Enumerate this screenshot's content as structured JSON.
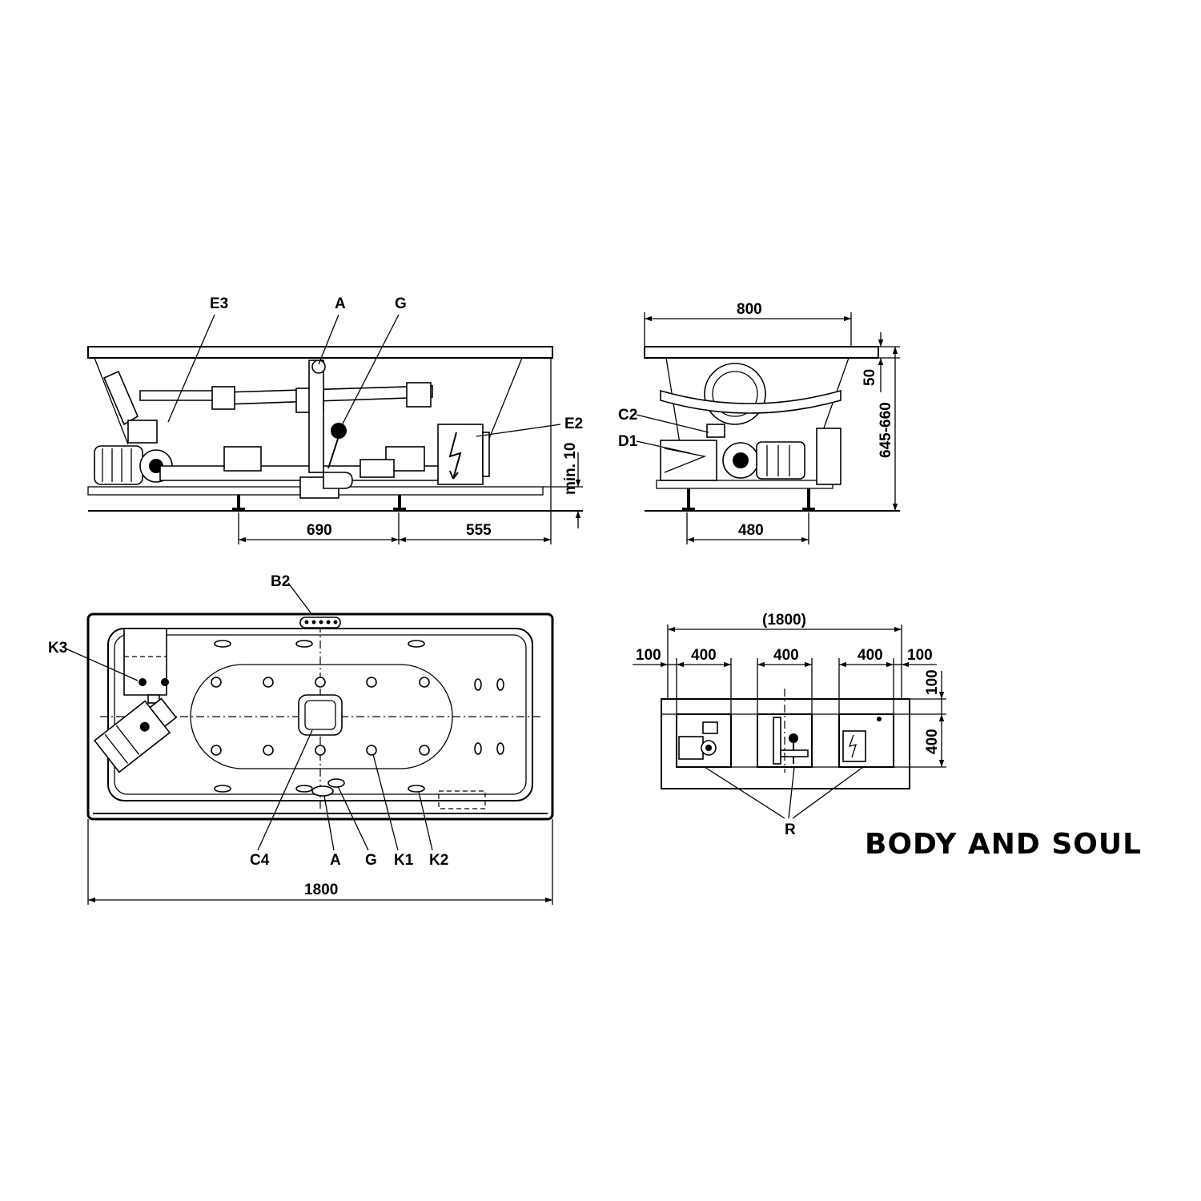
{
  "brand": "BODY AND SOUL",
  "side_view": {
    "labels": {
      "e3": "E3",
      "a": "A",
      "g": "G",
      "e2": "E2"
    },
    "dims": {
      "left": "690",
      "right": "555",
      "min": "min. 10"
    }
  },
  "end_view": {
    "labels": {
      "c2": "C2",
      "d1": "D1"
    },
    "dims": {
      "width": "800",
      "rim": "50",
      "height": "645-660",
      "feet": "480"
    }
  },
  "plan_view": {
    "labels": {
      "b2": "B2",
      "k3": "K3",
      "c4": "C4",
      "a": "A",
      "g": "G",
      "k1": "K1",
      "k2": "K2"
    },
    "dims": {
      "length": "1800"
    }
  },
  "access_view": {
    "labels": {
      "r": "R"
    },
    "dims": {
      "total": "(1800)",
      "margin_left": "100",
      "w1": "400",
      "w2": "400",
      "w3": "400",
      "margin_right": "100",
      "top": "100",
      "height": "400"
    }
  }
}
